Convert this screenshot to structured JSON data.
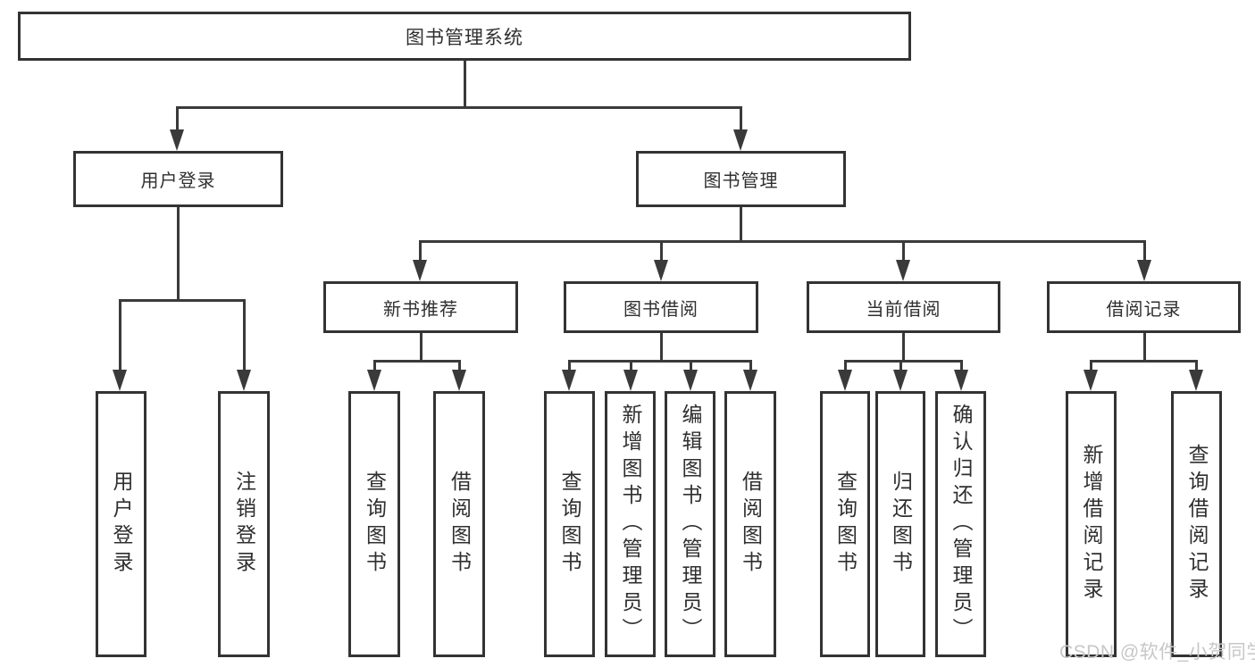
{
  "diagram_title": "图书管理系统",
  "nodes": {
    "root": "图书管理系统",
    "user_login": "用户登录",
    "book_mgmt": "图书管理",
    "new_book_rec": "新书推荐",
    "book_borrow": "图书借阅",
    "current_borrow": "当前借阅",
    "borrow_records": "借阅记录",
    "leaf_user_login": "用户登录",
    "leaf_logout": "注销登录",
    "leaf_query_book_1": "查询图书",
    "leaf_borrow_book_1": "借阅图书",
    "leaf_query_book_2": "查询图书",
    "leaf_add_book": "新增图书（管理员）",
    "leaf_edit_book": "编辑图书（管理员）",
    "leaf_borrow_book_2": "借阅图书",
    "leaf_query_book_3": "查询图书",
    "leaf_return_book": "归还图书",
    "leaf_confirm_return": "确认归还（管理员）",
    "leaf_add_record": "新增借阅记录",
    "leaf_query_record": "查询借阅记录"
  },
  "tree": {
    "label": "图书管理系统",
    "children": [
      {
        "label": "用户登录",
        "children": [
          {
            "label": "用户登录"
          },
          {
            "label": "注销登录"
          }
        ]
      },
      {
        "label": "图书管理",
        "children": [
          {
            "label": "新书推荐",
            "children": [
              {
                "label": "查询图书"
              },
              {
                "label": "借阅图书"
              }
            ]
          },
          {
            "label": "图书借阅",
            "children": [
              {
                "label": "查询图书"
              },
              {
                "label": "新增图书（管理员）"
              },
              {
                "label": "编辑图书（管理员）"
              },
              {
                "label": "借阅图书"
              }
            ]
          },
          {
            "label": "当前借阅",
            "children": [
              {
                "label": "查询图书"
              },
              {
                "label": "归还图书"
              },
              {
                "label": "确认归还（管理员）"
              }
            ]
          },
          {
            "label": "借阅记录",
            "children": [
              {
                "label": "新增借阅记录"
              },
              {
                "label": "查询借阅记录"
              }
            ]
          }
        ]
      }
    ]
  },
  "watermark": "CSDN @软件_小贺同学",
  "colors": {
    "line": "#3a3a3a",
    "box_border": "#333333",
    "box_fill": "#ffffff",
    "text": "#2e2e2e",
    "watermark": "#c7c7c7",
    "background": "#ffffff"
  }
}
